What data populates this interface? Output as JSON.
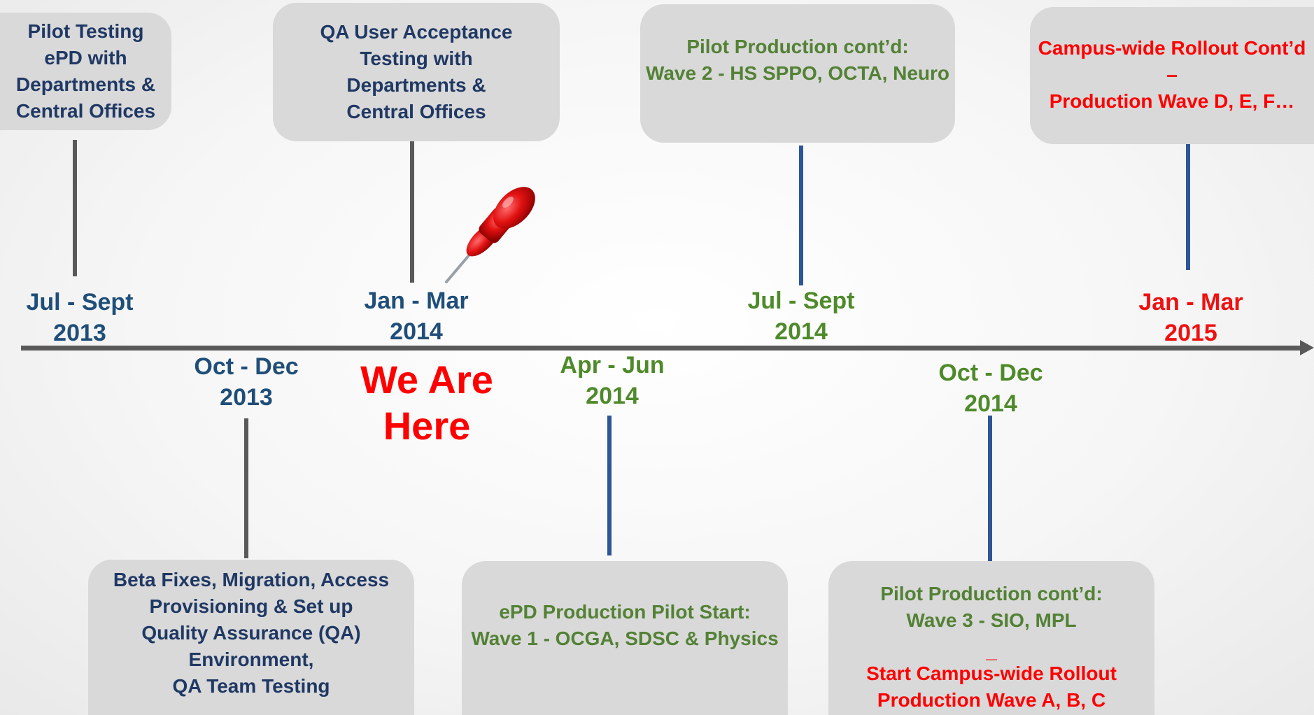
{
  "top_events": [
    {
      "lines": [
        "Pilot Testing",
        "ePD with",
        "Departments &",
        "Central Offices"
      ]
    },
    {
      "lines": [
        "QA User Acceptance",
        "Testing with",
        "Departments &",
        "Central Offices"
      ]
    },
    {
      "lines": [
        "Pilot Production cont’d:",
        "Wave 2 - HS SPPO, OCTA, Neuro"
      ]
    },
    {
      "lines": [
        "Campus-wide Rollout Cont’d",
        "–",
        "Production Wave D, E, F…"
      ]
    }
  ],
  "bottom_events": [
    {
      "lines": [
        "Beta Fixes, Migration, Access",
        "Provisioning  & Set up",
        "Quality Assurance (QA)",
        "Environment,",
        "QA Team Testing"
      ]
    },
    {
      "lines": [
        "ePD Production Pilot Start:",
        "Wave 1 - OCGA, SDSC & Physics"
      ]
    },
    {
      "lines": [
        "Pilot Production cont’d:",
        "Wave 3 - SIO, MPL",
        "",
        "_",
        "Start Campus-wide Rollout",
        "Production Wave A, B, C"
      ]
    }
  ],
  "dates": [
    {
      "range": "Jul - Sept",
      "year": "2013"
    },
    {
      "range": "Oct - Dec",
      "year": "2013"
    },
    {
      "range": "Jan - Mar",
      "year": "2014"
    },
    {
      "range": "Apr - Jun",
      "year": "2014"
    },
    {
      "range": "Jul - Sept",
      "year": "2014"
    },
    {
      "range": "Oct - Dec",
      "year": "2014"
    },
    {
      "range": "Jan - Mar",
      "year": "2015"
    }
  ],
  "marker": {
    "lines": [
      "We Are",
      "Here"
    ],
    "icon": "pushpin-icon"
  },
  "colors": {
    "past": "#1f3864",
    "progress": "#538135",
    "future": "#ff0000",
    "box": "#d9d9d9",
    "axis": "#595959"
  }
}
